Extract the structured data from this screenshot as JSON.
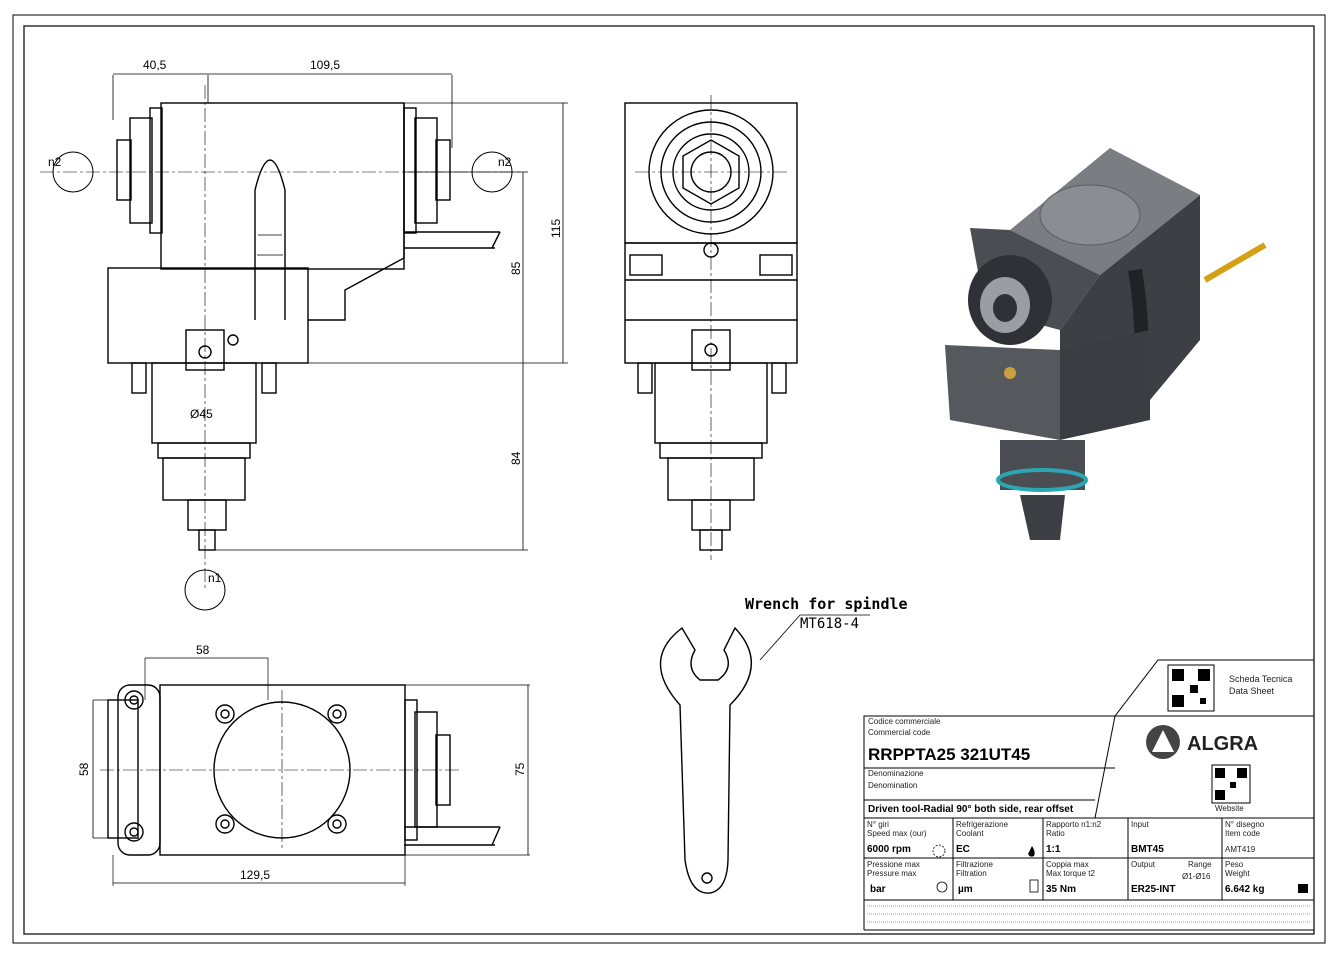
{
  "views": {
    "front": {
      "dim_left": "40,5",
      "dim_top": "109,5",
      "dim_height_total": "115",
      "dim_height_body": "85",
      "dim_height_shank": "84",
      "diameter": "Ø45",
      "rot_left": "n2",
      "rot_right": "n2",
      "rot_bottom": "n1"
    },
    "top": {
      "dim_width": "58",
      "dim_left_height": "58",
      "dim_right_height": "75",
      "dim_length": "129,5"
    }
  },
  "wrench": {
    "title": "Wrench for spindle",
    "code": "MT618-4"
  },
  "title_block": {
    "code_label_it": "Codice commerciale",
    "code_label_en": "Commercial code",
    "code_value": "RRPPTA25 321UT45",
    "name_label_it": "Denominazione",
    "name_label_en": "Denomination",
    "name_value": "Driven tool-Radial 90° both side, rear offset",
    "datasheet_it": "Scheda Tecnica",
    "datasheet_en": "Data Sheet",
    "brand": "ALGRA",
    "website": "Website",
    "cells": {
      "speed_label": "N° giri\nSpeed max (our)",
      "speed_value": "6000 rpm",
      "coolant_label": "Refrigerazione\nCoolant",
      "coolant_value": "EC",
      "ratio_label": "Rapporto n1:n2\nRatio",
      "ratio_value": "1:1",
      "input_label": "Input",
      "input_value": "BMT45",
      "drawing_label": "N° disegno\nItem code",
      "drawing_value": "AMT419",
      "pressure_label": "Pressione max\nPressure max",
      "pressure_value": "bar",
      "filtration_label": "Filtrazione\nFiltration",
      "filtration_value": "µm",
      "torque_label": "Coppia max\nMax torque t2",
      "torque_value": "35 Nm",
      "output_label": "Output",
      "output_value": "ER25-INT",
      "range_label": "Range",
      "range_value": "Ø1-Ø16",
      "weight_label": "Peso\nWeight",
      "weight_value": "6.642 kg"
    }
  },
  "colors": {
    "line": "#000000",
    "body_dark": "#4a4d52",
    "body_mid": "#6b6e73",
    "accent_yellow": "#d4a017",
    "seal_teal": "#2aa7b3"
  }
}
